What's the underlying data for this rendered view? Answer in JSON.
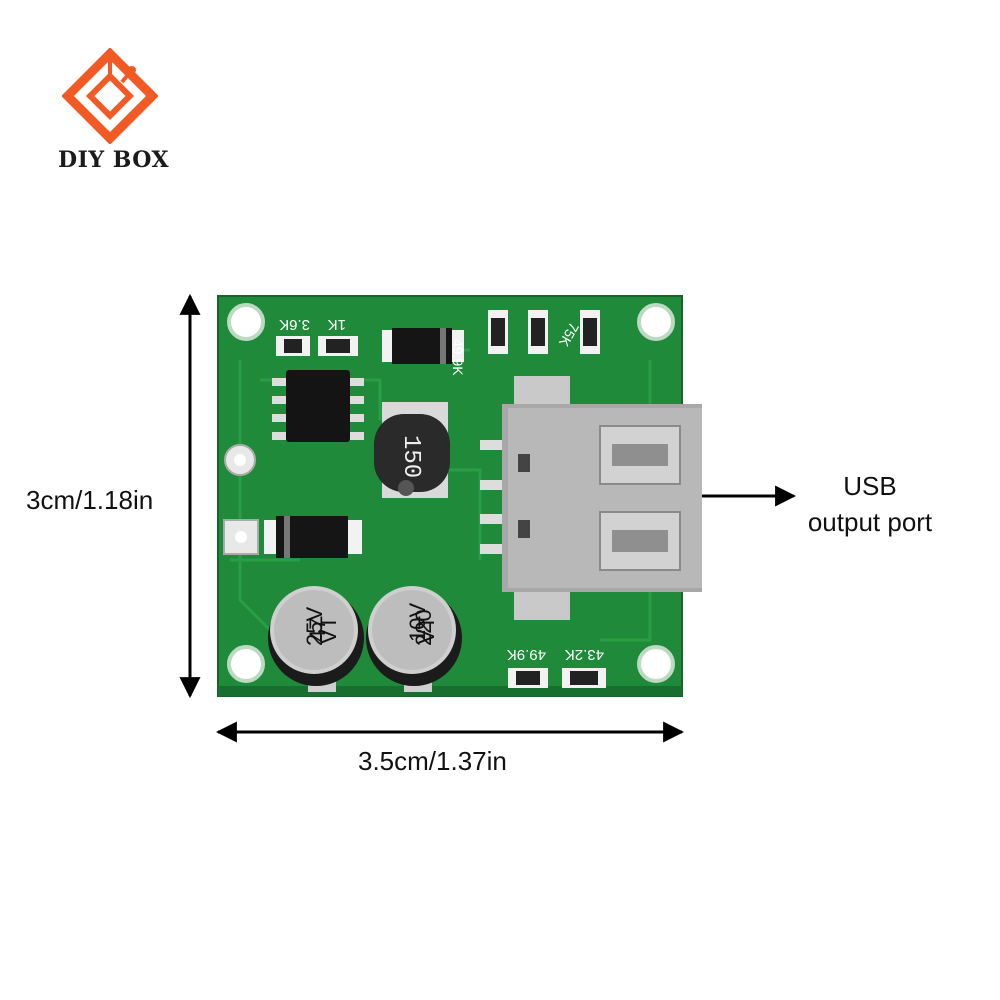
{
  "brand": {
    "name": "DIY BOX",
    "accent_color": "#f15a24"
  },
  "dimensions": {
    "height_label": "3cm/1.18in",
    "width_label": "3.5cm/1.37in"
  },
  "callout": {
    "line1": "USB",
    "line2": "output port"
  },
  "board": {
    "pcb_color": "#1f8a3a",
    "silkscreen": {
      "r1": "3.6K",
      "r2": "1K",
      "r3": "49.9K",
      "r4": "75K",
      "r5": "49.9K",
      "r6": "43.2K",
      "inductor": "150",
      "cap1_line1": "47",
      "cap1_line2": "25V",
      "cap1_line3": "VT",
      "cap2_line1": "220",
      "cap2_line2": "10V",
      "cap2_line3": "VT"
    }
  }
}
